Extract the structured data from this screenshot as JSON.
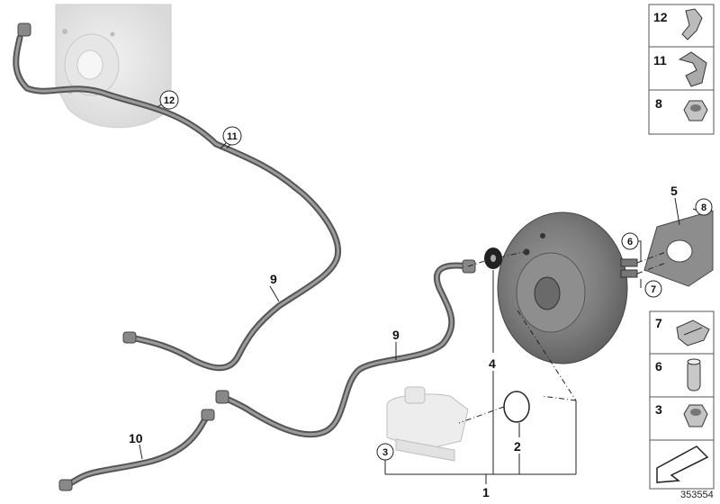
{
  "diagram": {
    "document_number": "353554",
    "callouts": {
      "c1": "1",
      "c2": "2",
      "c3": "3",
      "c4": "4",
      "c5": "5",
      "c6": "6",
      "c7": "7",
      "c8": "8",
      "c9a": "9",
      "c9b": "9",
      "c10": "10",
      "c11": "11",
      "c12": "12"
    },
    "legend_top": [
      {
        "num": "12",
        "icon": "clip-icon"
      },
      {
        "num": "11",
        "icon": "bracket-clip-icon"
      },
      {
        "num": "8",
        "icon": "hex-nut-icon"
      }
    ],
    "legend_bottom": [
      {
        "num": "7",
        "icon": "spring-clip-icon"
      },
      {
        "num": "6",
        "icon": "pin-icon"
      },
      {
        "num": "3",
        "icon": "cap-nut-icon"
      },
      {
        "num": "",
        "icon": "arrow-icon"
      }
    ]
  }
}
